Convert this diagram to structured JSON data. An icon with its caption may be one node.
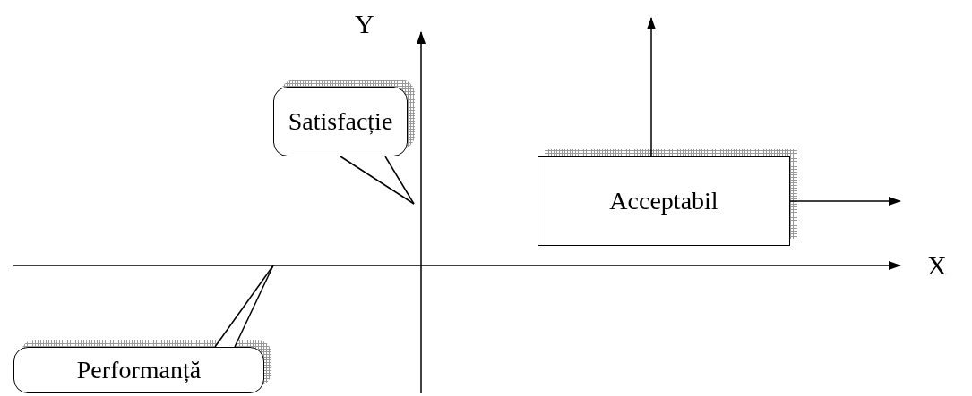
{
  "diagram": {
    "nodes": [
      {
        "text": [
          "Satisfacție"
        ]
      },
      {
        "text": [
          "Performanță"
        ]
      },
      {
        "text": [
          "Acceptabil"
        ]
      }
    ],
    "edges": [
      {
        "from": 0,
        "to": null,
        "arrow": "none"
      },
      {
        "from": 1,
        "to": null,
        "arrow": "none"
      },
      {
        "from": 2,
        "to": null,
        "arrow": "to"
      },
      {
        "from": 2,
        "to": null,
        "arrow": "to"
      }
    ],
    "labels": [
      "Y",
      "X"
    ]
  }
}
